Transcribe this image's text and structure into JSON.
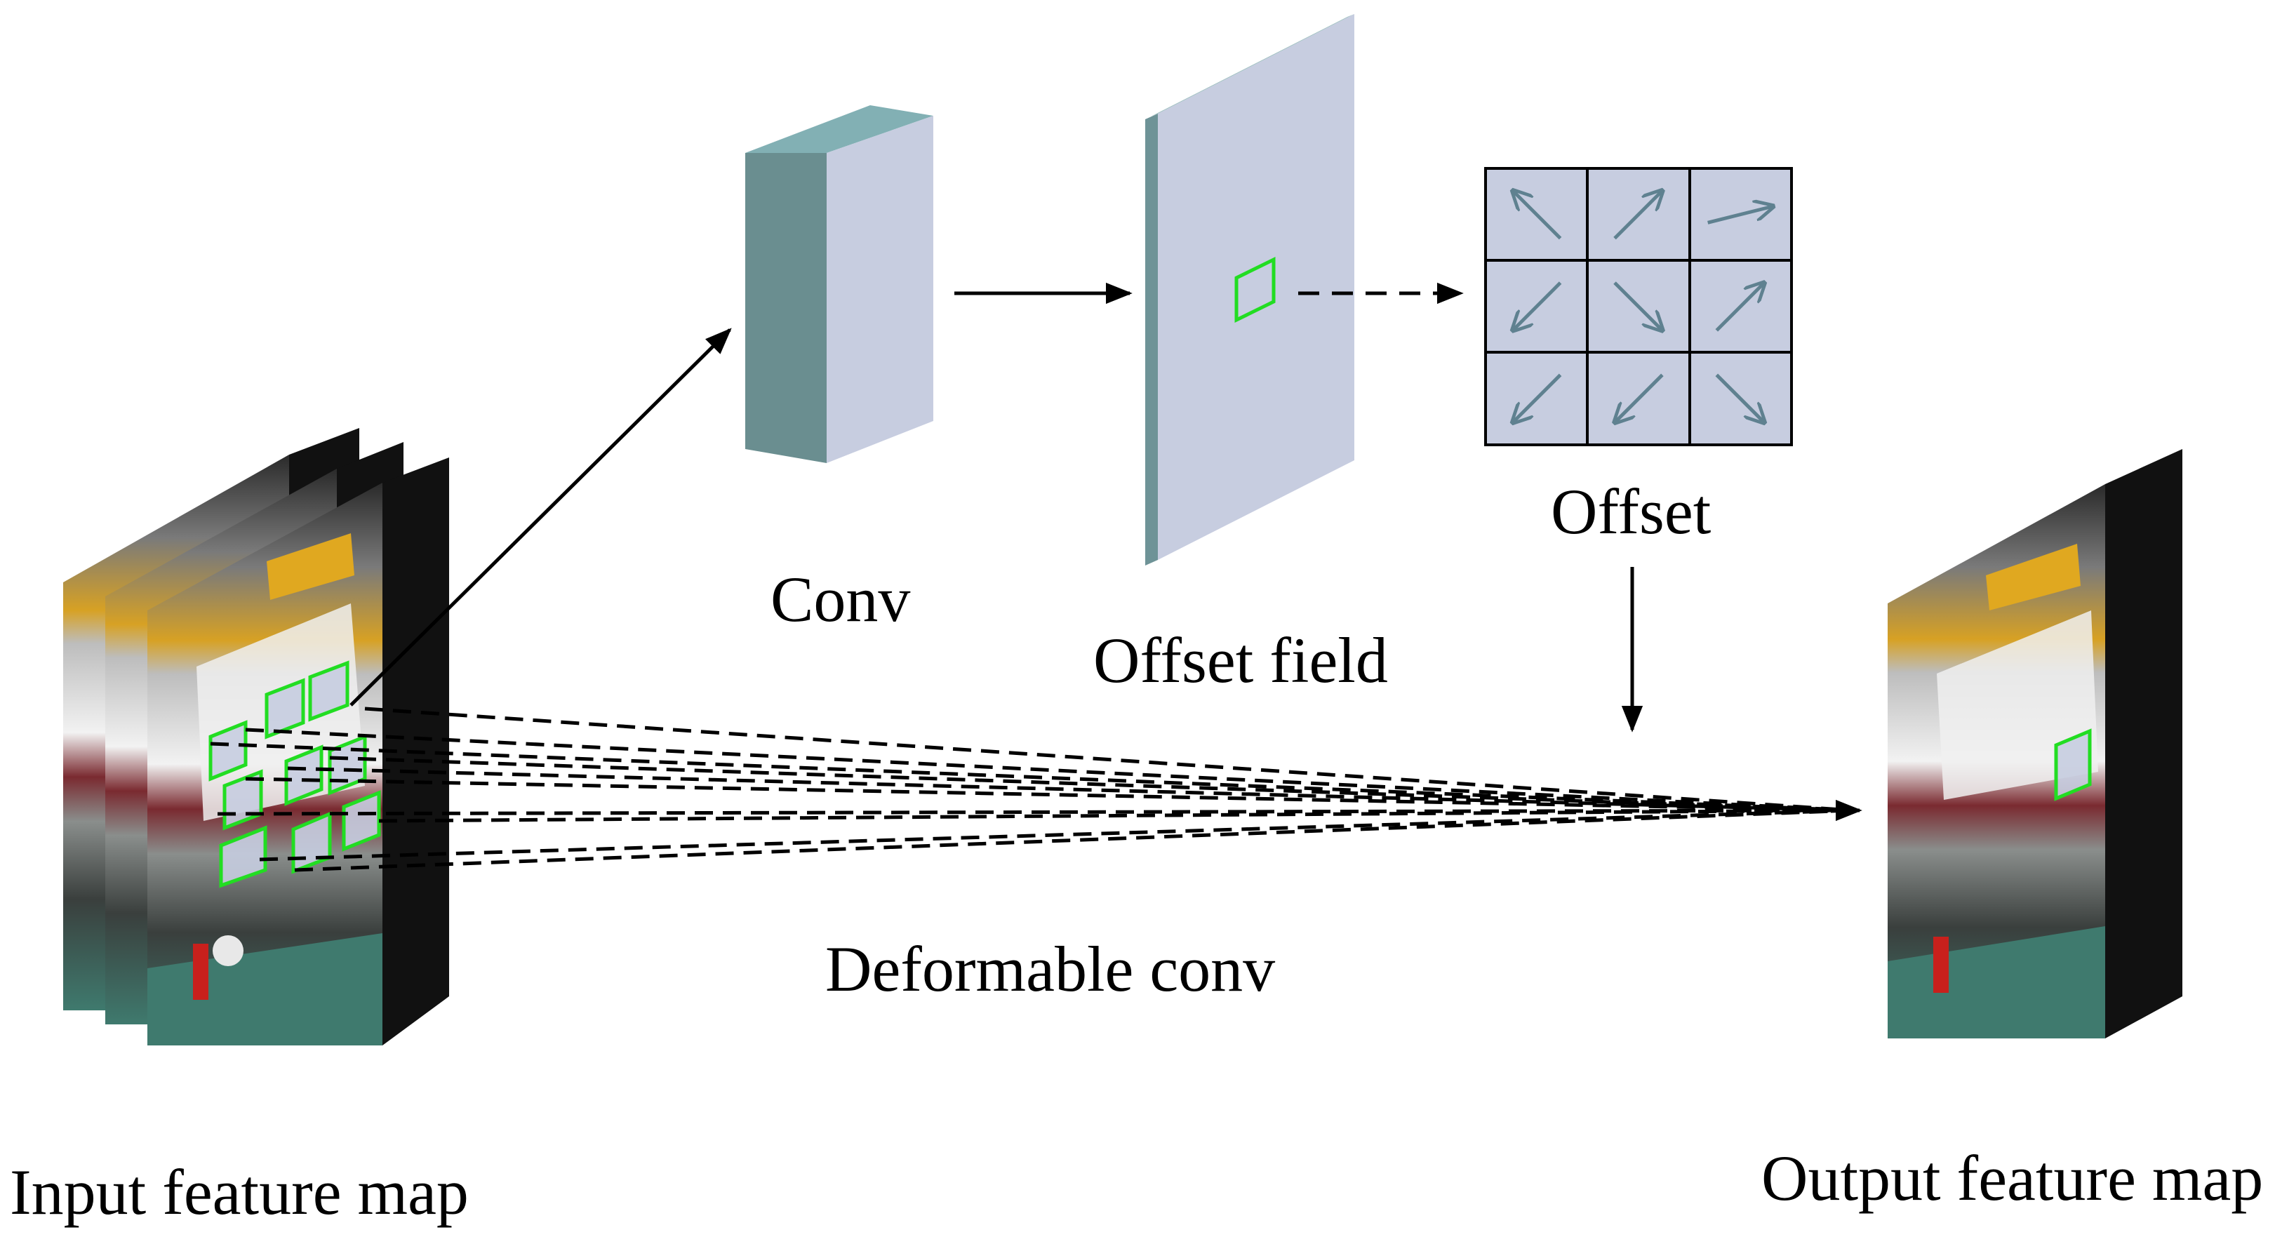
{
  "labels": {
    "conv": "Conv",
    "offset_field": "Offset field",
    "offset": "Offset",
    "deformable_conv": "Deformable conv",
    "input_feature_map": "Input feature map",
    "output_feature_map": "Output feature map"
  },
  "offset_grid": {
    "arrows": [
      "north-west",
      "north-east",
      "east",
      "south-west",
      "south-east",
      "north-east",
      "south-west",
      "south-west",
      "south-east"
    ]
  },
  "colors": {
    "conv_front": "#6a8e90",
    "conv_side": "#c7cde0",
    "conv_top": "#82b0b4",
    "plane": "#c7cde0",
    "plane_edge": "#6e9397",
    "grid_fill": "#c7cde0",
    "grid_arrow": "#5f8190",
    "sample_box": "#22dd22",
    "connector": "#000000"
  }
}
